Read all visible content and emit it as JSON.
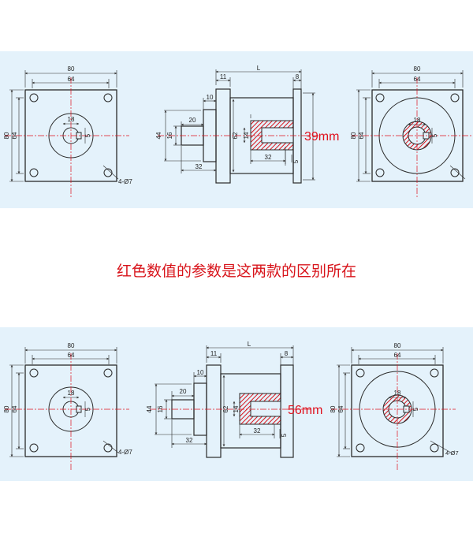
{
  "caption": "红色数值的参数是这两款的区别所在",
  "dims": {
    "w80": "80",
    "w64": "64",
    "h80": "80",
    "h64": "64",
    "d18": "18",
    "d5": "5",
    "holes": "4-Ø7",
    "L": "L",
    "d11": "11",
    "d8": "8",
    "d10": "10",
    "d20": "20",
    "d44": "44",
    "d16": "16",
    "d62": "62",
    "d14": "14",
    "d32": "32"
  },
  "variants": [
    {
      "highlight": "39mm",
      "highlight_color": "#e0101c"
    },
    {
      "highlight": "56mm",
      "highlight_color": "#e0101c"
    }
  ],
  "colors": {
    "panel": "#e4f2fb",
    "line": "#2a2a2a",
    "hatch": "#d8141b",
    "center": "#e0101c"
  }
}
